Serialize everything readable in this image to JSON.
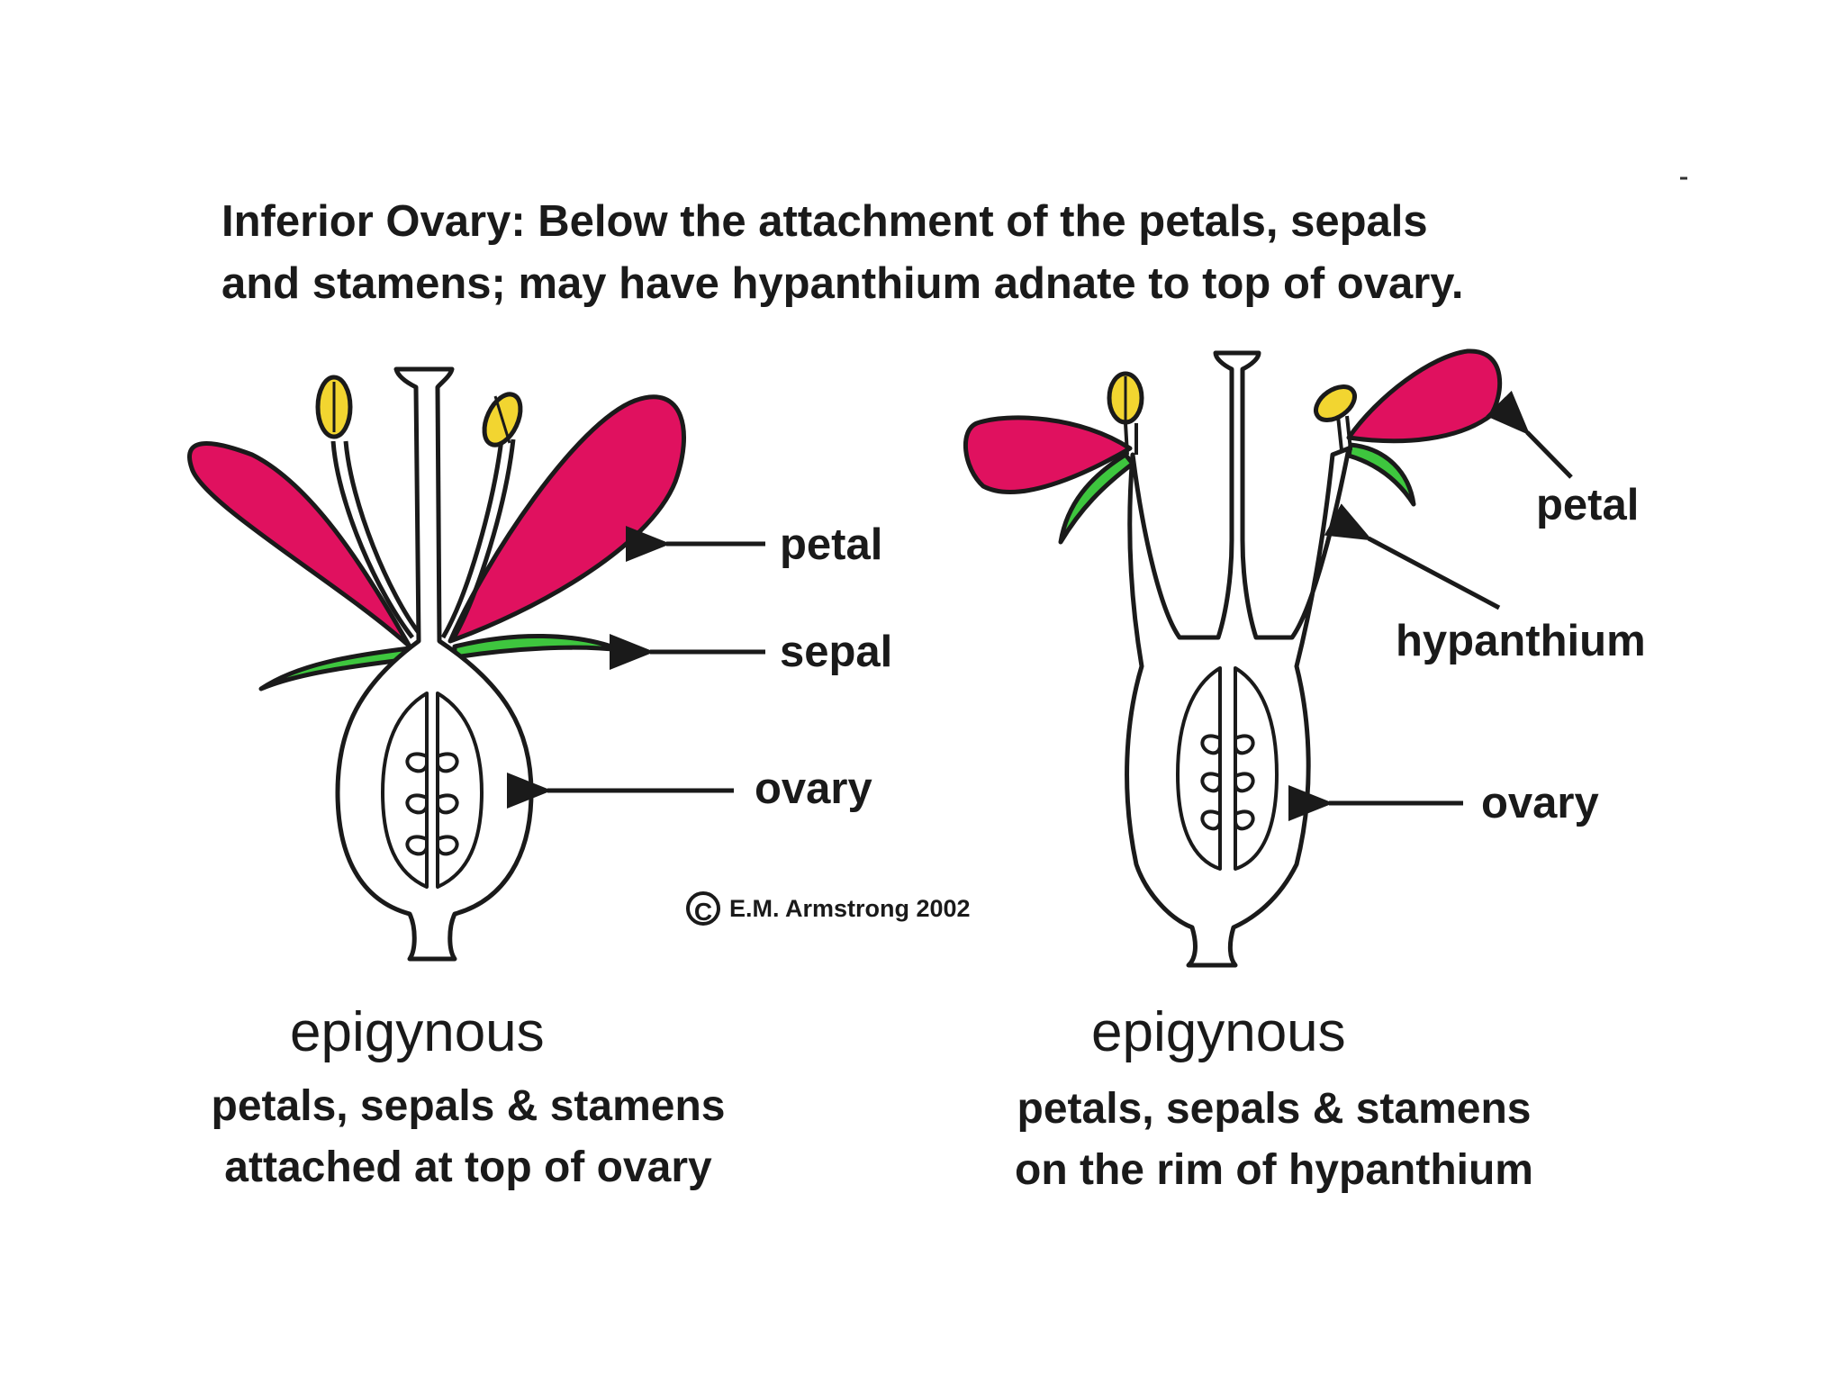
{
  "title": {
    "line1": "Inferior Ovary:  Below the attachment of the petals, sepals",
    "line2": "and stamens; may have hypanthium adnate to top of ovary."
  },
  "left_diagram": {
    "labels": {
      "petal": "petal",
      "sepal": "sepal",
      "ovary": "ovary"
    },
    "heading": "epigynous",
    "caption_line1": "petals, sepals & stamens",
    "caption_line2": "attached at top of ovary"
  },
  "right_diagram": {
    "labels": {
      "petal": "petal",
      "hypanthium": "hypanthium",
      "ovary": "ovary"
    },
    "heading": "epigynous",
    "caption_line1": "petals, sepals & stamens",
    "caption_line2": "on the rim of hypanthium"
  },
  "copyright": {
    "symbol": "C",
    "text": "E.M. Armstrong 2002"
  },
  "colors": {
    "petal": "#e0115f",
    "sepal": "#3ec63e",
    "anther": "#f2d530",
    "outline": "#1a1a1a"
  }
}
